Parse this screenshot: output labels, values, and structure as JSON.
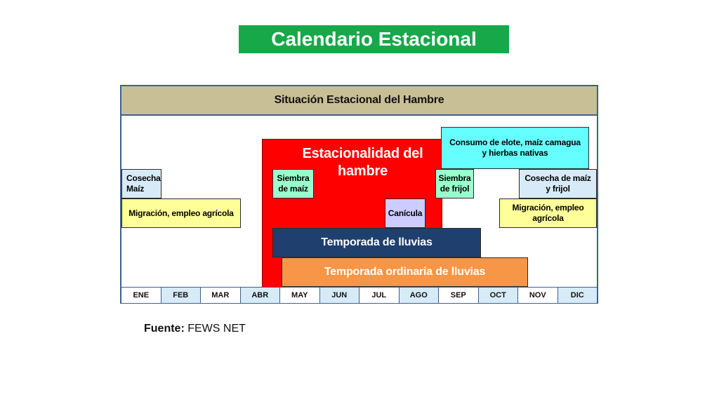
{
  "title": "Calendario Estacional",
  "header": "Situación Estacional del Hambre",
  "hunger_season": "Estacionalidad del hambre",
  "boxes": {
    "cosecha_maiz": "Cosecha Maíz",
    "migracion_1": "Migración, empleo agrícola",
    "siembra_maiz": "Siembra de maíz",
    "canicula": "Canícula",
    "siembra_frijol": "Siembra de frijol",
    "consumo_elote": "Consumo de elote, maíz camagua y hierbas nativas",
    "cosecha_maiz_frijol": "Cosecha de maíz y frijol",
    "migracion_2": "Migración, empleo agrícola",
    "temporada_lluvias": "Temporada de lluvias",
    "temporada_ordinaria": "Temporada ordinaria de lluvias"
  },
  "months": [
    "ENE",
    "FEB",
    "MAR",
    "ABR",
    "MAY",
    "JUN",
    "JUL",
    "AGO",
    "SEP",
    "OCT",
    "NOV",
    "DIC"
  ],
  "source_label": "Fuente:",
  "source_value": "FEWS NET",
  "colors": {
    "title_bg": "#17a84a",
    "header_bg": "#c9bf96",
    "hunger": "#ff0000",
    "light_blue": "#d6ebf7",
    "yellow": "#ffff99",
    "mint": "#99ffcc",
    "lavender": "#ccccff",
    "cyan": "#66ffff",
    "navy": "#1f3f6e",
    "orange": "#f79646",
    "month_alt": "#d6ebf7"
  }
}
